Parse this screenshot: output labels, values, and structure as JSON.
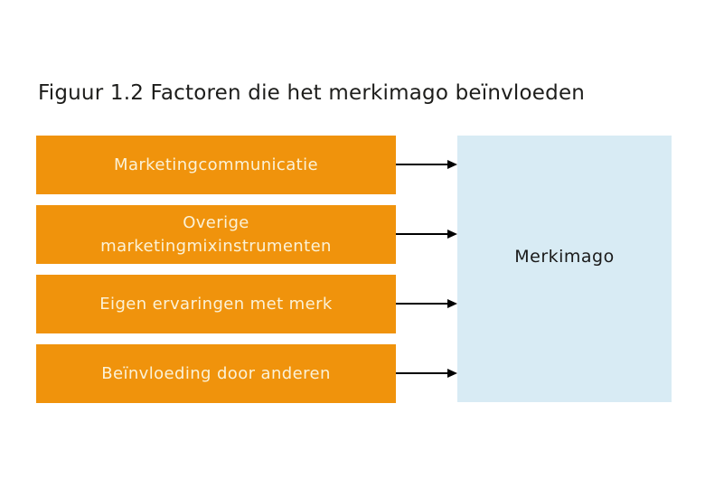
{
  "figure": {
    "title": "Figuur 1.2 Factoren die het merkimago beïnvloeden"
  },
  "factors": [
    {
      "label": "Marketingcommunicatie"
    },
    {
      "label": "Overige\nmarketingmixinstrumenten"
    },
    {
      "label": "Eigen ervaringen met merk"
    },
    {
      "label": "Beïnvloeding door anderen"
    }
  ],
  "result": {
    "label": "Merkimago"
  },
  "colors": {
    "factor_box": "#F0930C",
    "factor_text": "#FBF2D7",
    "result_box": "#D8EBF4",
    "result_text": "#1A1A1A",
    "arrow": "#000000",
    "title_text": "#1D1D1B",
    "background": "#FFFFFF"
  }
}
